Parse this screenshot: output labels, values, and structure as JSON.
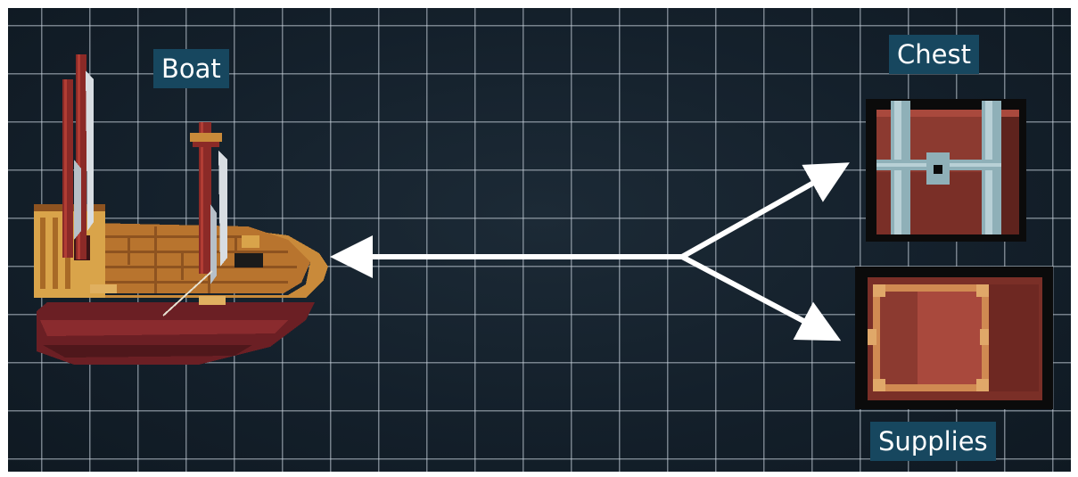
{
  "labels": {
    "boat": "Boat",
    "chest": "Chest",
    "supplies": "Supplies"
  },
  "colors": {
    "background": "#14202b",
    "grid": "#c8d2dc",
    "label_bg": "#17475f",
    "label_text": "#ffffff",
    "arrow": "#ffffff"
  },
  "icons": {
    "boat": "pixel-boat-icon",
    "chest": "pixel-chest-icon",
    "supplies": "pixel-crate-icon"
  }
}
